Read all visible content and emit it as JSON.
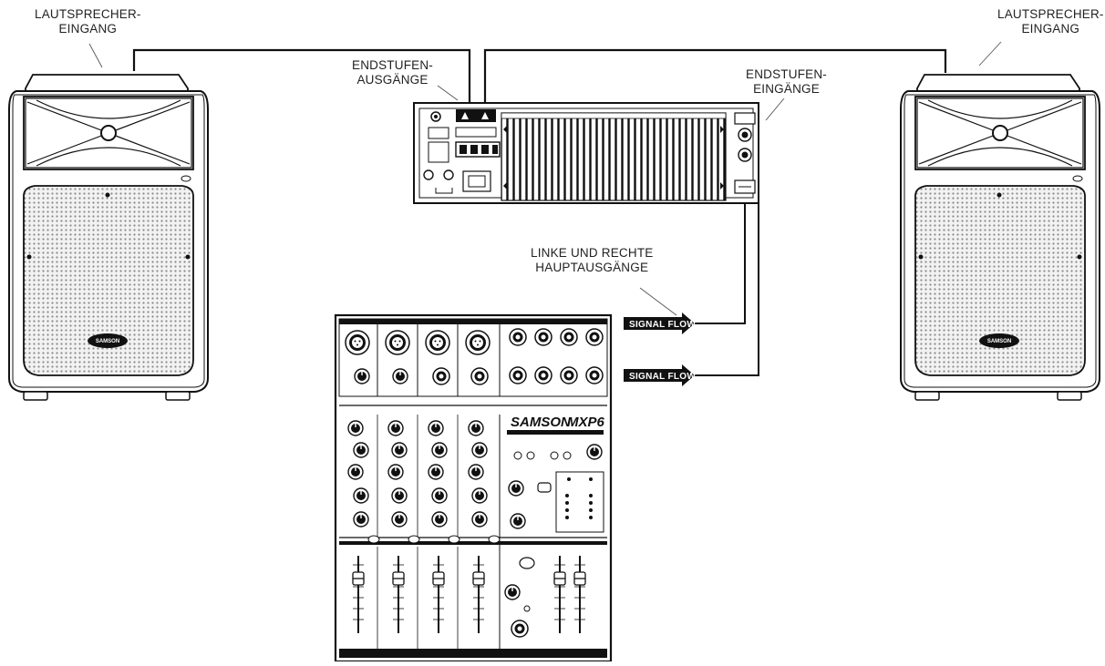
{
  "labels": {
    "speaker_input_left": [
      "LAUTSPRECHER-",
      "EINGANG"
    ],
    "speaker_input_right": [
      "LAUTSPRECHER-",
      "EINGANG"
    ],
    "amp_outputs": [
      "ENDSTUFEN-",
      "AUSGÄNGE"
    ],
    "amp_inputs": [
      "ENDSTUFEN-",
      "EINGÄNGE"
    ],
    "main_outputs": [
      "LINKE UND RECHTE",
      "HAUPTAUSGÄNGE"
    ]
  },
  "signal_flow": [
    "SIGNAL FLOW",
    "SIGNAL FLOW"
  ],
  "mixer": {
    "brand": "SAMSON",
    "model": "MXP6"
  },
  "speakers": {
    "left_logo": "SAMSON",
    "right_logo": "SAMSON"
  }
}
